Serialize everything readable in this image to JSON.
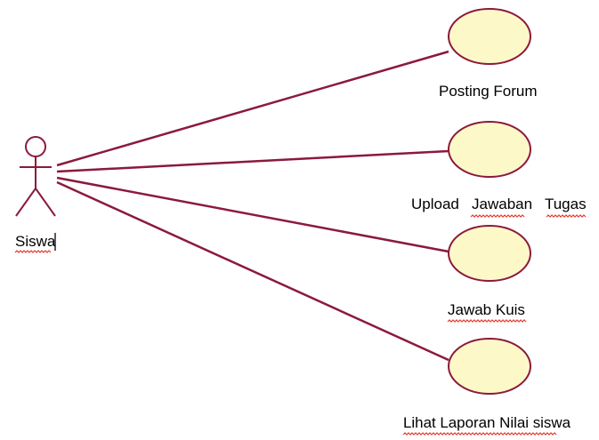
{
  "actor": {
    "name": "Siswa"
  },
  "use_cases": [
    {
      "label": "Posting Forum"
    },
    {
      "label": "Upload   Jawaban   Tugas"
    },
    {
      "label": "Jawab Kuis"
    },
    {
      "label": "Lihat Laporan Nilai siswa"
    }
  ],
  "colors": {
    "line": "#8b1a3b",
    "ellipse_fill": "#fdf8c8",
    "ellipse_stroke": "#8b1a3b",
    "spellcheck_underline": "#e23b2e"
  }
}
